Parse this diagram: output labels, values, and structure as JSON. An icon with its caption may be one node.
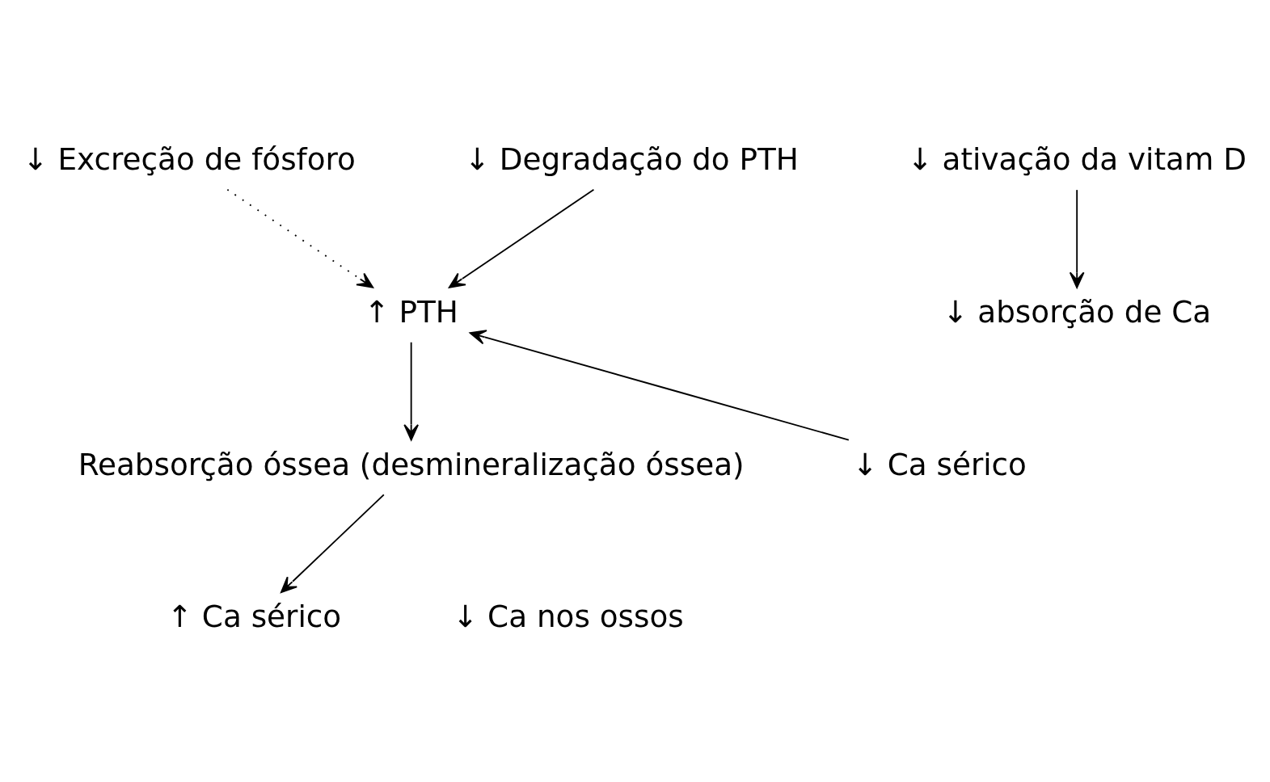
{
  "diagram": {
    "nodes": [
      {
        "text": [
          "↓ Excreção de fósforo"
        ]
      },
      {
        "text": [
          "↓ Degradação do PTH"
        ]
      },
      {
        "text": [
          "↓ ativação da vitam D"
        ]
      },
      {
        "text": [
          "↑ PTH"
        ]
      },
      {
        "text": [
          "↓ absorção de Ca"
        ]
      },
      {
        "text": [
          "Reabsorção óssea (desmineralização óssea)"
        ]
      },
      {
        "text": [
          "↓ Ca sérico"
        ]
      },
      {
        "text": [
          "↑ Ca sérico"
        ]
      },
      {
        "text": [
          "↓ Ca nos ossos"
        ]
      }
    ],
    "edges": [
      {
        "from": 0,
        "to": 3,
        "arrow": "to",
        "style": "dashed"
      },
      {
        "from": 1,
        "to": 3,
        "arrow": "to"
      },
      {
        "from": 2,
        "to": 4,
        "arrow": "to"
      },
      {
        "from": 3,
        "to": 5,
        "arrow": "to"
      },
      {
        "from": 6,
        "to": 3,
        "arrow": "to"
      },
      {
        "from": 5,
        "to": 7,
        "arrow": "to"
      }
    ]
  }
}
